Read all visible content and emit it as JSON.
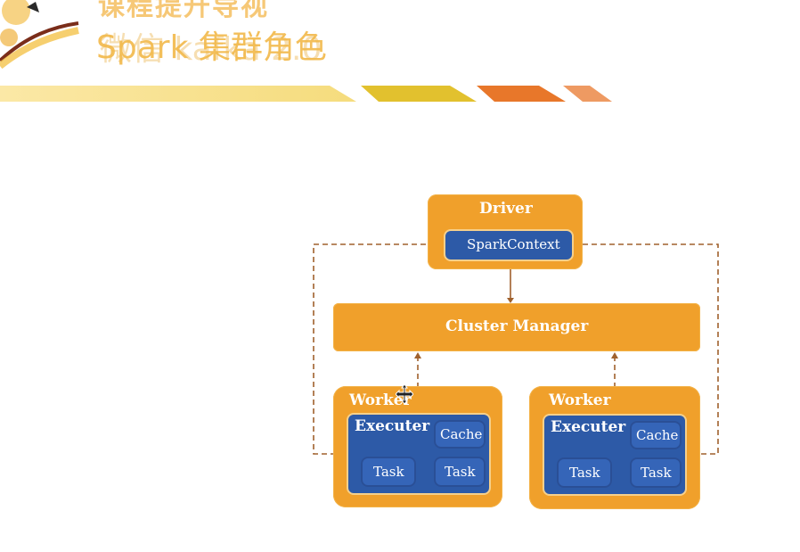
{
  "header": {
    "title_top": "课程提升导视",
    "title_main": "Spark 集群角色",
    "title_ghost": "微信 kafka 2.0",
    "stripe_colors": [
      "#f5dc7d",
      "#e2c12e",
      "#e8772a",
      "#ee9a62"
    ]
  },
  "diagram": {
    "driver": {
      "label": "Driver",
      "context": "SparkContext"
    },
    "cluster_manager": {
      "label": "Cluster Manager"
    },
    "workers": [
      {
        "label": "Worker",
        "executer": "Executer",
        "cache": "Cache",
        "tasks": [
          "Task",
          "Task"
        ]
      },
      {
        "label": "Worker",
        "executer": "Executer",
        "cache": "Cache",
        "tasks": [
          "Task",
          "Task"
        ]
      }
    ],
    "colors": {
      "orange": "#f0a02b",
      "blue": "#2d5aa7",
      "connector": "#a0612d"
    }
  },
  "cursor_icon": "move-cursor-icon"
}
